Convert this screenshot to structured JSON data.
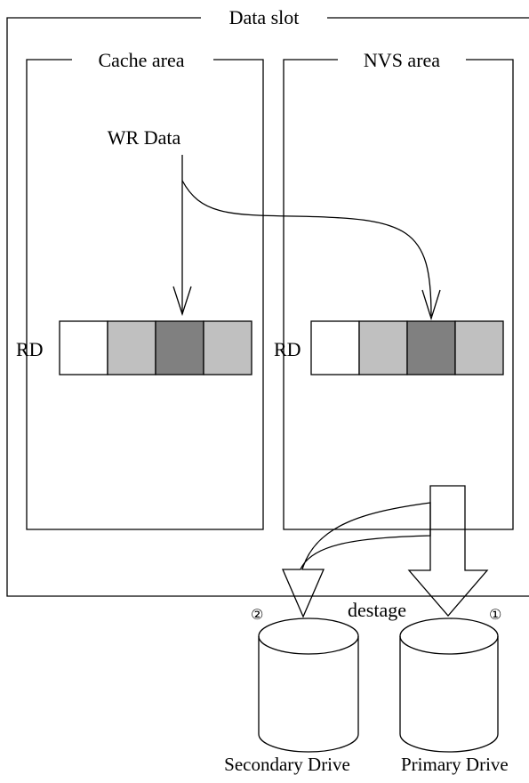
{
  "data_slot": {
    "label": "Data slot"
  },
  "cache_area": {
    "label": "Cache area",
    "data_label": "WR Data",
    "rd_label": "RD",
    "segment_colors": [
      "#ffffff",
      "#c0c0c0",
      "#808080",
      "#c0c0c0"
    ]
  },
  "nvs_area": {
    "label": "NVS area",
    "rd_label": "RD",
    "segment_colors": [
      "#ffffff",
      "#c0c0c0",
      "#808080",
      "#c0c0c0"
    ]
  },
  "destage": {
    "label": "destage"
  },
  "drives": {
    "secondary": {
      "label": "Secondary Drive",
      "marker": "②"
    },
    "primary": {
      "label": "Primary Drive",
      "marker": "①"
    }
  }
}
